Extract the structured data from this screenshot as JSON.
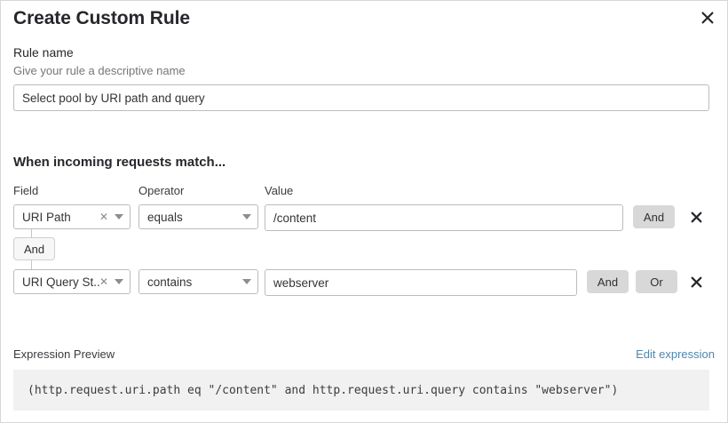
{
  "dialog": {
    "title": "Create Custom Rule",
    "close_icon": "close-icon"
  },
  "rule_name": {
    "label": "Rule name",
    "help_text": "Give your rule a descriptive name",
    "value": "Select pool by URI path and query",
    "placeholder": ""
  },
  "conditions_section": {
    "heading": "When incoming requests match...",
    "columns": {
      "field": "Field",
      "operator": "Operator",
      "value": "Value"
    },
    "joiner_label": "And",
    "rows": [
      {
        "field": "URI Path",
        "operator": "equals",
        "value": "/content",
        "and_label": "And",
        "clear_icon": "clear-x-icon",
        "caret_icon": "chevron-down-icon",
        "delete_icon": "close-icon"
      },
      {
        "field": "URI Query St...",
        "operator": "contains",
        "value": "webserver",
        "and_label": "And",
        "or_label": "Or",
        "clear_icon": "clear-x-icon",
        "caret_icon": "chevron-down-icon",
        "delete_icon": "close-icon"
      }
    ]
  },
  "expression_preview": {
    "title": "Expression Preview",
    "edit_link": "Edit expression",
    "expression": "(http.request.uri.path eq \"/content\" and http.request.uri.query contains \"webserver\")"
  },
  "colors": {
    "accent_link": "#5186ab",
    "chip_bg": "#d8d8d8",
    "preview_bg": "#f1f1f1",
    "border": "#bcbcbc"
  }
}
